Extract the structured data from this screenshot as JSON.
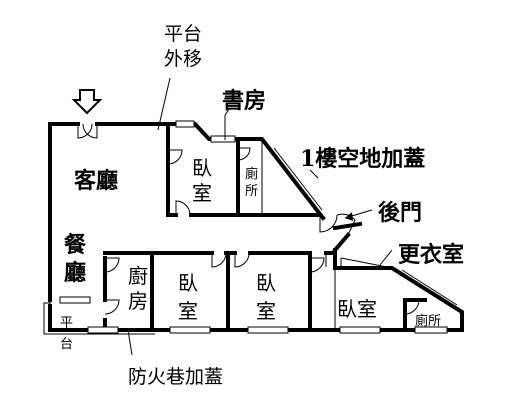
{
  "annotations": {
    "platform_move_line1": "平台",
    "platform_move_line2": "外移",
    "study": "書房",
    "first_floor_lot_cover": "1樓空地加蓋",
    "back_door": "後門",
    "dressing_room": "更衣室",
    "fire_lane_cover": "防火巷加蓋"
  },
  "rooms": {
    "living_room": "客廳",
    "bedroom_upper_line1": "臥",
    "bedroom_upper_line2": "室",
    "bathroom_upper_line1": "廁",
    "bathroom_upper_line2": "所",
    "dining_line1": "餐",
    "dining_line2": "廳",
    "kitchen_line1": "廚",
    "kitchen_line2": "房",
    "bedroom_a_line1": "臥",
    "bedroom_a_line2": "室",
    "bedroom_b_line1": "臥",
    "bedroom_b_line2": "室",
    "bedroom_c": "臥室",
    "bathroom_lower": "廁所",
    "platform_line1": "平",
    "platform_line2": "台"
  },
  "icons": {
    "entrance": "down-arrow-icon"
  }
}
